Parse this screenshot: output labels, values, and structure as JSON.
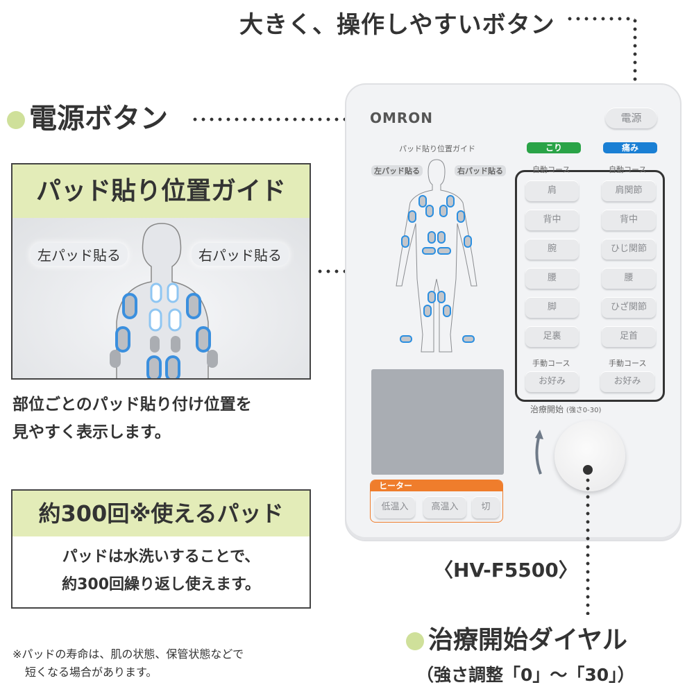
{
  "callouts": {
    "buttons_heading": "大きく、操作しやすいボタン",
    "power_heading": "電源ボタン",
    "dial_heading": "治療開始ダイヤル",
    "dial_sub": "（強さ調整「0」～「30」）",
    "model": "〈HV-F5500〉"
  },
  "panel_guide": {
    "title": "パッド貼り位置ガイド",
    "left_label": "左パッド貼る",
    "right_label": "右パッド貼る",
    "desc_line1": "部位ごとのパッド貼り付け位置を",
    "desc_line2": "見やすく表示します。"
  },
  "panel_pad": {
    "title": "約300回※使えるパッド",
    "line1": "パッドは水洗いすることで、",
    "line2": "約300回繰り返し使えます。"
  },
  "footnote": {
    "line1": "※パッドの寿命は、肌の状態、保管状態などで",
    "line2": "短くなる場合があります。"
  },
  "device": {
    "logo": "OMRON",
    "power_button": "電源",
    "guide_title": "パッド貼り位置ガイド",
    "left_label": "左パッド貼る",
    "right_label": "右パッド貼る",
    "koli_tag": "こり",
    "itami_tag": "痛み",
    "auto_course": "自動コース",
    "manual_course": "手動コース",
    "koli_buttons": [
      "肩",
      "背中",
      "腕",
      "腰",
      "脚",
      "足裏"
    ],
    "itami_buttons": [
      "肩関節",
      "背中",
      "ひじ関節",
      "腰",
      "ひざ関節",
      "足首"
    ],
    "favorite": "お好み",
    "start_label": "治療開始",
    "strength_range": "(強さ0-30)",
    "heater_label": "ヒーター",
    "heater_buttons": [
      "低温入",
      "高温入",
      "切"
    ],
    "colors": {
      "koli": "#2aa347",
      "itami": "#1a7fd4",
      "heater": "#ef7d2c",
      "accent": "#cfe09a"
    }
  }
}
